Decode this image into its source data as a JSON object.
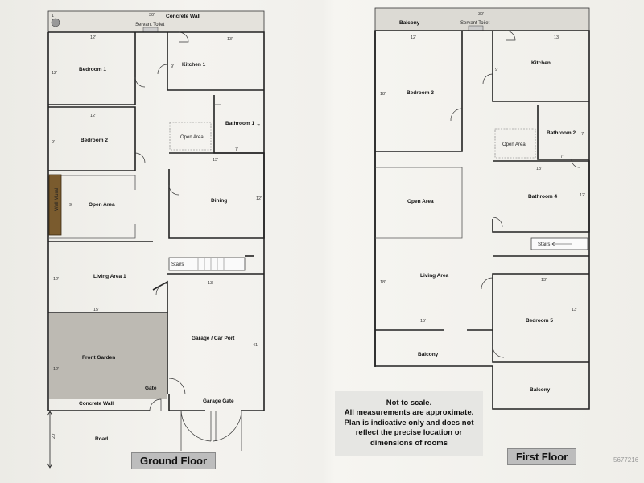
{
  "ground_floor": {
    "title": "Ground Floor",
    "rooms": {
      "concrete_wall_top": "Concrete Wall",
      "servant_toilet": "Servant Toilet",
      "bedroom_1": "Bedroom 1",
      "kitchen_1": "Kitchen 1",
      "bathroom_1": "Bathroom 1",
      "bedroom_2": "Bedroom 2",
      "open_area_small": "Open Area",
      "wall_mural": "Wall Mural",
      "open_area": "Open Area",
      "dining": "Dining",
      "stairs": "Stairs",
      "living_area_1": "Living Area 1",
      "garage": "Garage / Car Port",
      "front_garden": "Front Garden",
      "gate": "Gate",
      "concrete_wall_bottom": "Concrete Wall",
      "garage_gate": "Garage Gate",
      "road": "Road"
    },
    "dims": {
      "top": "30'",
      "bed1_w": "12'",
      "bed1_h": "12'",
      "kitchen_w": "13'",
      "kitchen_h": "9'",
      "bed2_w": "12'",
      "bed2_h": "9'",
      "bath_h": "7'",
      "bath_w": "7'",
      "dining_w": "13'",
      "dining_h": "12'",
      "open_h": "9'",
      "living_h": "12'",
      "living_w": "15'",
      "garage_w": "13'",
      "garage_h": "41'",
      "garden_h": "12'",
      "road_h": "20'"
    }
  },
  "first_floor": {
    "title": "First Floor",
    "rooms": {
      "balcony_top": "Balcony",
      "servant_toilet": "Servant Toilet",
      "bedroom_3": "Bedroom 3",
      "kitchen": "Kitchen",
      "bathroom_2": "Bathroom 2",
      "open_area_small": "Open Area",
      "open_area": "Open Area",
      "bathroom_4": "Bathroom 4",
      "stairs": "Stairs",
      "living_area": "Living Area",
      "bedroom_5": "Bedroom 5",
      "balcony_left": "Balcony",
      "balcony_right": "Balcony"
    },
    "dims": {
      "top": "30'",
      "bed3_w": "12'",
      "bed3_h": "18'",
      "kitchen_w": "13'",
      "kitchen_h": "9'",
      "bath2_h": "7'",
      "bath2_w": "7'",
      "bath4_w": "13'",
      "bath4_h": "12'",
      "living_h": "18'",
      "living_w": "15'",
      "bed5_w": "13'",
      "bed5_h": "13'"
    }
  },
  "note": {
    "line1": "Not to scale.",
    "line2": "All measurements are approximate.",
    "line3": "Plan is indicative only and does not",
    "line4": "reflect the precise location or",
    "line5": "dimensions of rooms"
  },
  "watermark": "5677216"
}
